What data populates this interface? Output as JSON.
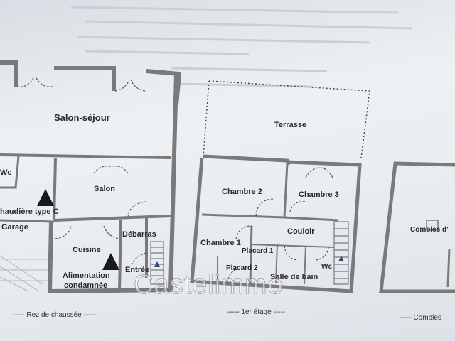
{
  "floors": {
    "ground": {
      "caption": "----- Rez de chaussée -----",
      "rooms": {
        "salon_sejour": "Salon-séjour",
        "wc": "Wc",
        "salon": "Salon",
        "chaudiere": "haudière type C",
        "garage": "Garage",
        "cuisine": "Cuisine",
        "debarras": "Débarras",
        "alimentation": "Alimentation",
        "condamnee": "condamnée",
        "entree": "Entrée"
      }
    },
    "first": {
      "caption": "----- 1er étage -----",
      "rooms": {
        "terrasse": "Terrasse",
        "chambre2": "Chambre 2",
        "chambre3": "Chambre 3",
        "couloir": "Couloir",
        "chambre1": "Chambre 1",
        "placard1": "Placard 1",
        "placard2": "Placard 2",
        "wc": "Wc",
        "salle_de_bain": "Salle de bain"
      }
    },
    "attic": {
      "caption": "----- Combles",
      "rooms": {
        "combles": "Combles d'"
      }
    }
  },
  "watermark": "Castelimmo",
  "colors": {
    "wall": "#7a7a7a",
    "wall_dark": "#555555",
    "warning_triangle": "#1a1a1a"
  }
}
